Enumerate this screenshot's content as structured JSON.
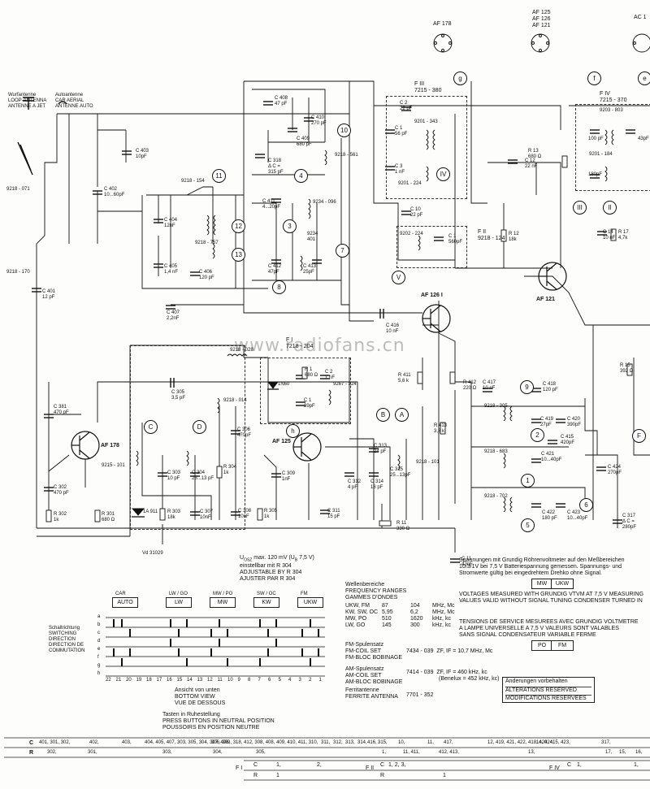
{
  "watermark": "www.radiofans.cn",
  "antenna": {
    "loop": [
      "Wurfantenne",
      "LOOP-ANTENNA",
      "ANTENNE A JET"
    ],
    "car": [
      "Autoantenne",
      "CAR AERIAL",
      "ANTENNE AUTO"
    ]
  },
  "transistors": {
    "af178_top": "AF 178",
    "af125_top": [
      "AF 125",
      "AF 126",
      "AF 121"
    ],
    "ac_top": "AC 1",
    "af126": "AF 126 I",
    "af121": "AF 121",
    "af178": "AF 178",
    "af125": "AF 125"
  },
  "filters": {
    "f3": [
      "F III",
      "7215 - 380"
    ],
    "f4": [
      "F IV",
      "7215 - 370"
    ],
    "f2": [
      "F II",
      "9218 - 124"
    ],
    "f1": [
      "F I",
      "7218 - 204"
    ]
  },
  "components": [
    "C 403",
    "10pF",
    "C 402",
    "10...60pF",
    "C 404",
    "12nF",
    "C 405",
    "1,4 nF",
    "C 406",
    "120 pF",
    "C 407",
    "2,2nF",
    "C 401",
    "12 pF",
    "C 408",
    "47 pF",
    "C 409",
    "680 pF",
    "C 410",
    "270 pF",
    "C 318",
    "Δ C =",
    "315 pF",
    "C 411",
    "4...20pF",
    "C 412",
    "47pF",
    "C 413",
    "25pF",
    "9218 - 154",
    "9218 - 757",
    "9234 - 096",
    "9234",
    "401",
    "9218 - 561",
    "9218 - 071",
    "9218 - 170",
    "9201 - 343",
    "9201 - 224",
    "C 2",
    "22 pF",
    "C 1",
    "56 pF",
    "C 3",
    "1 nF",
    "C 10",
    "22 pF",
    "9202 - 224",
    "C 1",
    "560pF",
    "R 12",
    "18k",
    "R 13",
    "680 Ω",
    "C 12",
    "22 nF",
    "9203 - 803",
    "9201 - 184",
    "C 14",
    "10 nF",
    "R 17",
    "4,7k",
    "100 pF",
    "180pF",
    "43pF",
    "C 416",
    "10 nF",
    "9218 - 028",
    "R 1",
    "680 Ω",
    "1N60",
    "C 2",
    "1 nF",
    "C 1",
    "39pF",
    "9267 - 324",
    "C 305",
    "3,5 pF",
    "9218 - 014",
    "C 381",
    "470 pF",
    "9215 - 101",
    "C 302",
    "470 pF",
    "R 302",
    "1k",
    "R 301",
    "680 Ω",
    "C 303",
    "10 pF",
    "C 304",
    "25...13 pF",
    "R 304",
    "1k",
    "C 306",
    "470pF",
    "C 309",
    "1nF",
    "R 305",
    "1k",
    "C 308",
    "10nF",
    "1A 911",
    "R 303",
    "18k",
    "C 307",
    "10nF",
    "C 311",
    "15 pF",
    "C 313",
    "24 pF",
    "C 312",
    "4 pF",
    "C 314",
    "18 pF",
    "C 315",
    "25...13pF",
    "9218 - 101",
    "R 11",
    "330 Ω",
    "C 11",
    "47nF",
    "R 411",
    "5,6 k",
    "R 412",
    "220 Ω",
    "R 413",
    "3,3 k",
    "C 417",
    "10 nF",
    "C 418",
    "120 pF",
    "9218 - 305",
    "C 419",
    "27pF",
    "C 420",
    "390pF",
    "9218 - 683",
    "C 415",
    "420pF",
    "C 421",
    "10...40pF",
    "9218 - 702",
    "C 422",
    "180 pF",
    "C 423",
    "10...40pF",
    "R 15",
    "392 Ω",
    "C 424",
    "270pF",
    "C 317",
    "Δ C =",
    "280pF",
    "Vd 31029"
  ],
  "circle_labels": [
    "11",
    "12",
    "13",
    "4",
    "3",
    "7",
    "8",
    "10",
    "g",
    "f",
    "e",
    "IV",
    "V",
    "III",
    "II",
    "C",
    "D",
    "h",
    "B",
    "A",
    "9",
    "2",
    "1",
    "6",
    "5",
    "F"
  ],
  "note_u": [
    "U",
    "OSZ",
    "max. 120 mV (U",
    "B",
    "7,5 V)",
    "einstellbar mit R 304",
    "ADJUSTABLE BY R 304",
    "AJUSTER PAR R 304"
  ],
  "measure": {
    "de": [
      "Spannungen mit Grundig Röhrenvoltmeter auf den Meßbereichen",
      "10/3/1V bei 7,5 V Batteriespannung gemessen. Spannungs- und",
      "Stromwerte gültig bei eingedrehtem Drehko ohne Signal."
    ],
    "en": [
      "VOLTAGES MEASURED WITH GRUNDIG VTVM AT 7,5 V MEASURING",
      "VALUES VALID WITHOUT SIGNAL TUNING CONDENSER TURNED IN"
    ],
    "fr": [
      "TENSIONS DE SERVICE MESUREES AVEC GRUNDIG VOLTMETRE",
      "A LAMPE UNIVERSELLE A 7,5 V VALEURS SONT VALABLES",
      "SANS SIGNAL CONDENSATEUR VARIABLE FERME"
    ],
    "mw_ukw": [
      "MW",
      "UKW"
    ],
    "po_fm": [
      "PO",
      "FM"
    ]
  },
  "ranges": {
    "head": [
      "Wellenbereiche",
      "FREQUENCY RANGES",
      "GAMMES D'ONDES"
    ],
    "rows": [
      [
        "UKW, FM",
        "87",
        "104",
        "MHz, Mc"
      ],
      [
        "KW, SW, OC",
        "5,95",
        "6,2",
        "MHz, Mc"
      ],
      [
        "MW, PO",
        "510",
        "1620",
        "kHz, kc"
      ],
      [
        "LW, GO",
        "145",
        "300",
        "kHz, kc"
      ]
    ],
    "fm_set": [
      "FM-Spulensatz",
      "FM-COIL SET",
      "FM-BLOC BOBINAGE"
    ],
    "fm_set_val": "7434 - 039",
    "fm_zf": "ZF, IF = 10,7 MHz, Mc",
    "am_set": [
      "AM-Spulensatz",
      "AM-COIL SET",
      "AM-BLOC BOBINAGE"
    ],
    "am_set_val": "7414 - 039",
    "am_zf": [
      "ZF, IF = 460 kHz, kc",
      "(Benelux = 452 kHz, kc)"
    ],
    "ferrite": [
      "Ferritantenne",
      "FERRITE ANTENNA"
    ],
    "ferrite_val": "7701 - 352"
  },
  "switch": {
    "headers": [
      "CAR",
      "LW / GO",
      "MW / PO",
      "SW / OC",
      "FM"
    ],
    "buttons": [
      "AUTO",
      "LW",
      "MW",
      "KW",
      "UKW"
    ],
    "side": [
      "Schaltrichtung",
      "SWITCHING",
      "DIRECTION",
      "DIRECTION DE",
      "COMMUTATION"
    ],
    "rows": [
      "a",
      "b",
      "c",
      "d",
      "e",
      "f",
      "g",
      "h"
    ],
    "cols": [
      "22",
      "21",
      "20",
      "19",
      "18",
      "17",
      "16",
      "15",
      "14",
      "13",
      "12",
      "11",
      "10",
      "9",
      "8",
      "7",
      "6",
      "5",
      "4",
      "3",
      "2",
      "1"
    ],
    "view": [
      "Ansicht von unten",
      "BOTTOM VIEW",
      "VUE DE DESSOUS"
    ],
    "neutral": [
      "Tasten in Ruhestellung",
      "PRESS BUTTONS IN NEUTRAL POSITION",
      "POUSSOIRS EN POSITION NEUTRE"
    ]
  },
  "changes": [
    "Änderungen vorbehalten",
    "ALTERATIONS RESERVED",
    "MODIFICATIONS RESERVEES"
  ],
  "index": {
    "c_label": "C",
    "c_row": [
      "401, 301, 302,",
      "402,",
      "403,",
      "404, 405, 407, 303, 305, 304, 307, 406,",
      "306, 309, 318, 412, 308, 408, 409, 410, 411, 310,",
      "311,",
      "312,",
      "313,",
      "314,",
      "416,",
      "315,",
      "10,",
      "11,",
      "417,",
      "12, 419, 421, 422, 418, 420, 415, 423,",
      "1n, 424,",
      "317,"
    ],
    "r_label": "R",
    "r_row": [
      "302,",
      "301,",
      "303,",
      "304,",
      "305,",
      "1,",
      "11, 411,",
      "412, 413,",
      "13,",
      "17,",
      "15,",
      "16,"
    ],
    "f1": [
      "F I",
      "C",
      "1,",
      "2,",
      "R",
      "1"
    ],
    "f2": [
      "F II",
      "C",
      "1, 2, 3,",
      "R",
      "1"
    ],
    "f4": [
      "F IV",
      "C",
      "1,",
      "1,"
    ]
  }
}
